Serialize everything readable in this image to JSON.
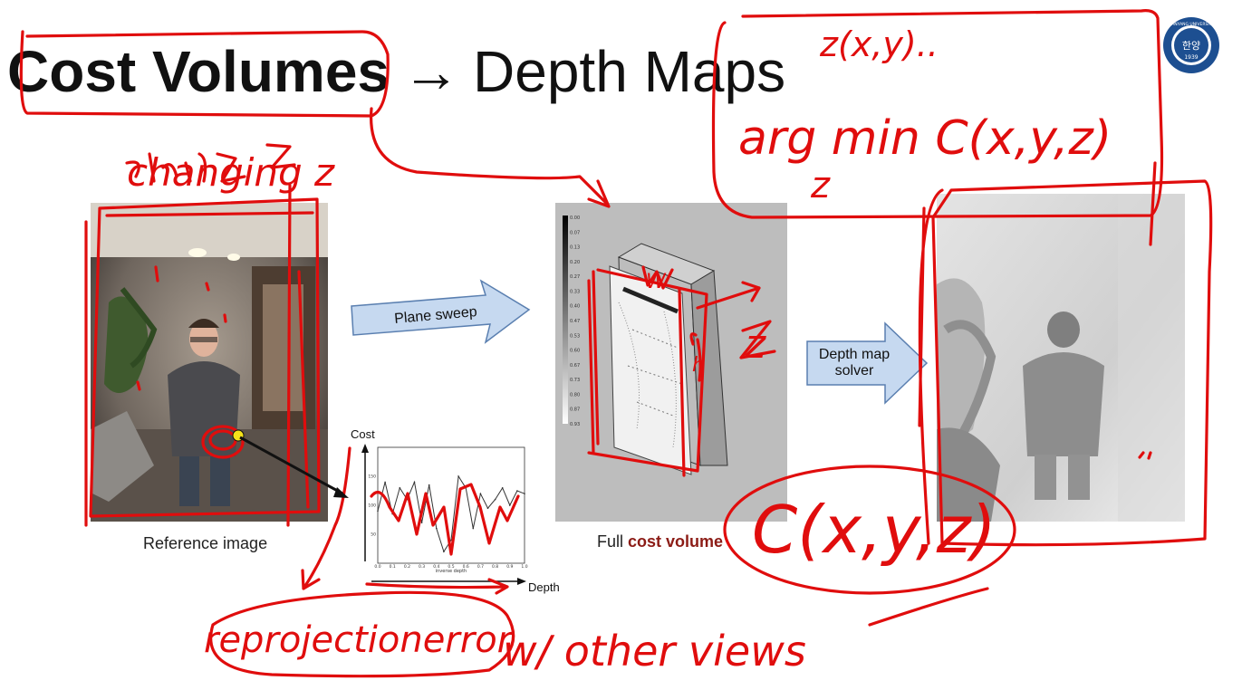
{
  "title": {
    "bold": "Cost Volumes",
    "arrow": "→",
    "rest": "Depth Maps"
  },
  "logo": {
    "text_top": "HANYANG UNIVERSITY",
    "center": "한양",
    "year": "1939"
  },
  "captions": {
    "reference": "Reference image",
    "cost_volume_prefix": "Full ",
    "cost_volume_highlight": "cost volume"
  },
  "arrows": {
    "plane_sweep": "Plane sweep",
    "depth_solver_line1": "Depth map",
    "depth_solver_line2": "solver"
  },
  "cost_plot": {
    "y_label": "Cost",
    "x_label": "Depth",
    "inner_x_label": "inverse depth"
  },
  "cost_volume_scale": [
    "0.00",
    "0.07",
    "0.13",
    "0.20",
    "0.27",
    "0.33",
    "0.40",
    "0.47",
    "0.53",
    "0.60",
    "0.67",
    "0.73",
    "0.80",
    "0.87",
    "0.93"
  ],
  "chart_data": {
    "type": "line",
    "ylabel": "Cost",
    "xlabel": "Depth",
    "xlim": [
      0,
      1
    ],
    "x": [
      0.0,
      0.05,
      0.1,
      0.15,
      0.2,
      0.25,
      0.3,
      0.35,
      0.4,
      0.45,
      0.5,
      0.55,
      0.6,
      0.65,
      0.7,
      0.75,
      0.8,
      0.85,
      0.9,
      0.95,
      1.0
    ],
    "series": [
      {
        "values": [
          90,
          140,
          85,
          130,
          110,
          140,
          70,
          135,
          60,
          20,
          40,
          150,
          130,
          60,
          120,
          95,
          110,
          130,
          100,
          125,
          120
        ]
      }
    ]
  },
  "annotations": {
    "changing_z": "changing z",
    "z_xy": "z(x,y)..",
    "argmin": "arg min C(x,y,z)",
    "argmin_sub": "z",
    "z_axis": "z",
    "w_label": "W",
    "h_label": "h",
    "cxyz": "C(x,y,z)",
    "reprojection": "reprojectionerror",
    "other_views": "w/ other views"
  },
  "colors": {
    "ink": "#e00d0d",
    "arrow_fill": "#c6d9f0",
    "arrow_stroke": "#5a7fb0",
    "caption_accent": "#8c1c16"
  }
}
